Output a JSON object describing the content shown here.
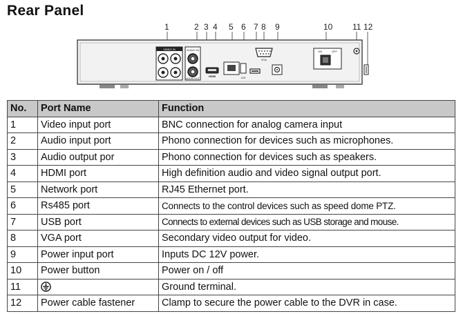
{
  "page": {
    "title": "Rear Panel"
  },
  "diagram": {
    "callouts": [
      "1",
      "2",
      "3",
      "4",
      "5",
      "6",
      "7",
      "8",
      "9",
      "10",
      "11",
      "12"
    ],
    "panel_labels": {
      "video_in": "VIDEO IN",
      "audio_in": "AUDIO IN",
      "audio_out": "AUDIO OUT",
      "hdmi": "HDMI",
      "vga": "VGA",
      "on": "ON",
      "off": "OFF",
      "ab": "A B"
    }
  },
  "table": {
    "headers": [
      "No.",
      "Port Name",
      "Function"
    ],
    "rows": [
      {
        "no": "1",
        "name": "Video input port",
        "function": "BNC connection for analog camera input"
      },
      {
        "no": "2",
        "name": "Audio input port",
        "function": "Phono connection for devices such as microphones."
      },
      {
        "no": "3",
        "name": "Audio output por",
        "function": "Phono connection for devices such as speakers."
      },
      {
        "no": "4",
        "name": "HDMI port",
        "function": "High definition audio and video signal output port."
      },
      {
        "no": "5",
        "name": "Network port",
        "function": "RJ45 Ethernet port."
      },
      {
        "no": "6",
        "name": "Rs485 port",
        "function": "Connects to the control devices such as speed dome PTZ."
      },
      {
        "no": "7",
        "name": "USB port",
        "function": "Connects to external devices such as USB storage and mouse."
      },
      {
        "no": "8",
        "name": "VGA port",
        "function": "Secondary video output for video."
      },
      {
        "no": "9",
        "name": "Power input port",
        "function": "Inputs DC 12V power."
      },
      {
        "no": "10",
        "name": "Power button",
        "function": "Power on / off"
      },
      {
        "no": "11",
        "name": "",
        "name_icon": "ground-symbol-icon",
        "function": "Ground terminal."
      },
      {
        "no": "12",
        "name": "Power cable fastener",
        "function": "Clamp to secure the power cable to the DVR in case."
      }
    ]
  }
}
